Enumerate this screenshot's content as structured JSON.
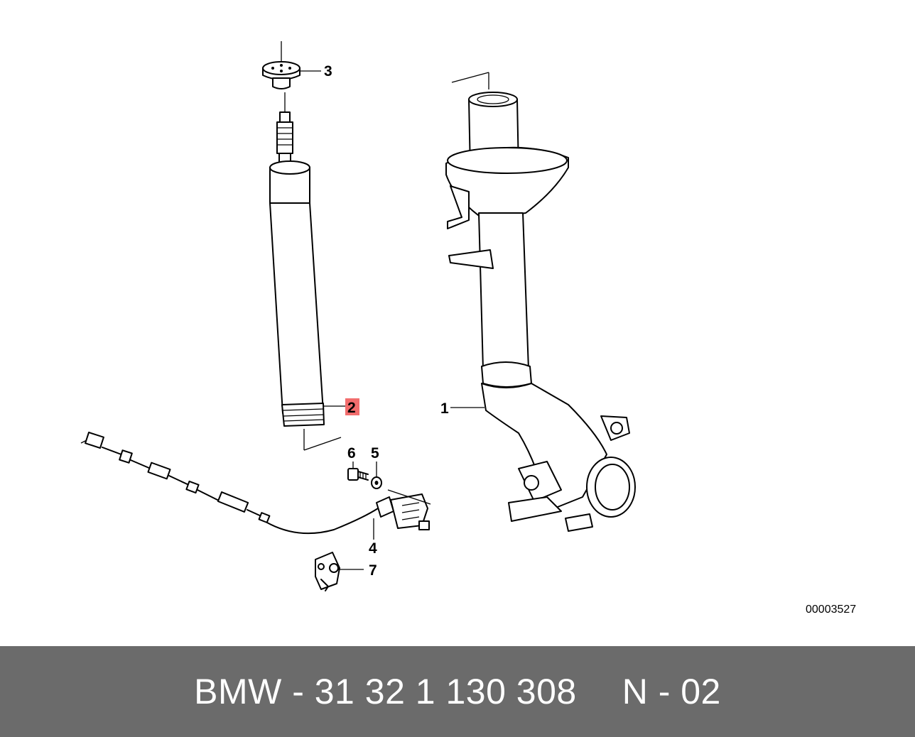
{
  "diagram": {
    "callouts": {
      "c1": "1",
      "c2": "2",
      "c3": "3",
      "c4": "4",
      "c5": "5",
      "c6": "6",
      "c7": "7"
    },
    "highlighted_callout": "2",
    "highlight_color": "#f26d6d",
    "doc_number": "00003527"
  },
  "footer": {
    "part_label": "BMW - 31 32 1 130 308",
    "position_label": "N - 02",
    "background_color": "#6b6b6b"
  }
}
